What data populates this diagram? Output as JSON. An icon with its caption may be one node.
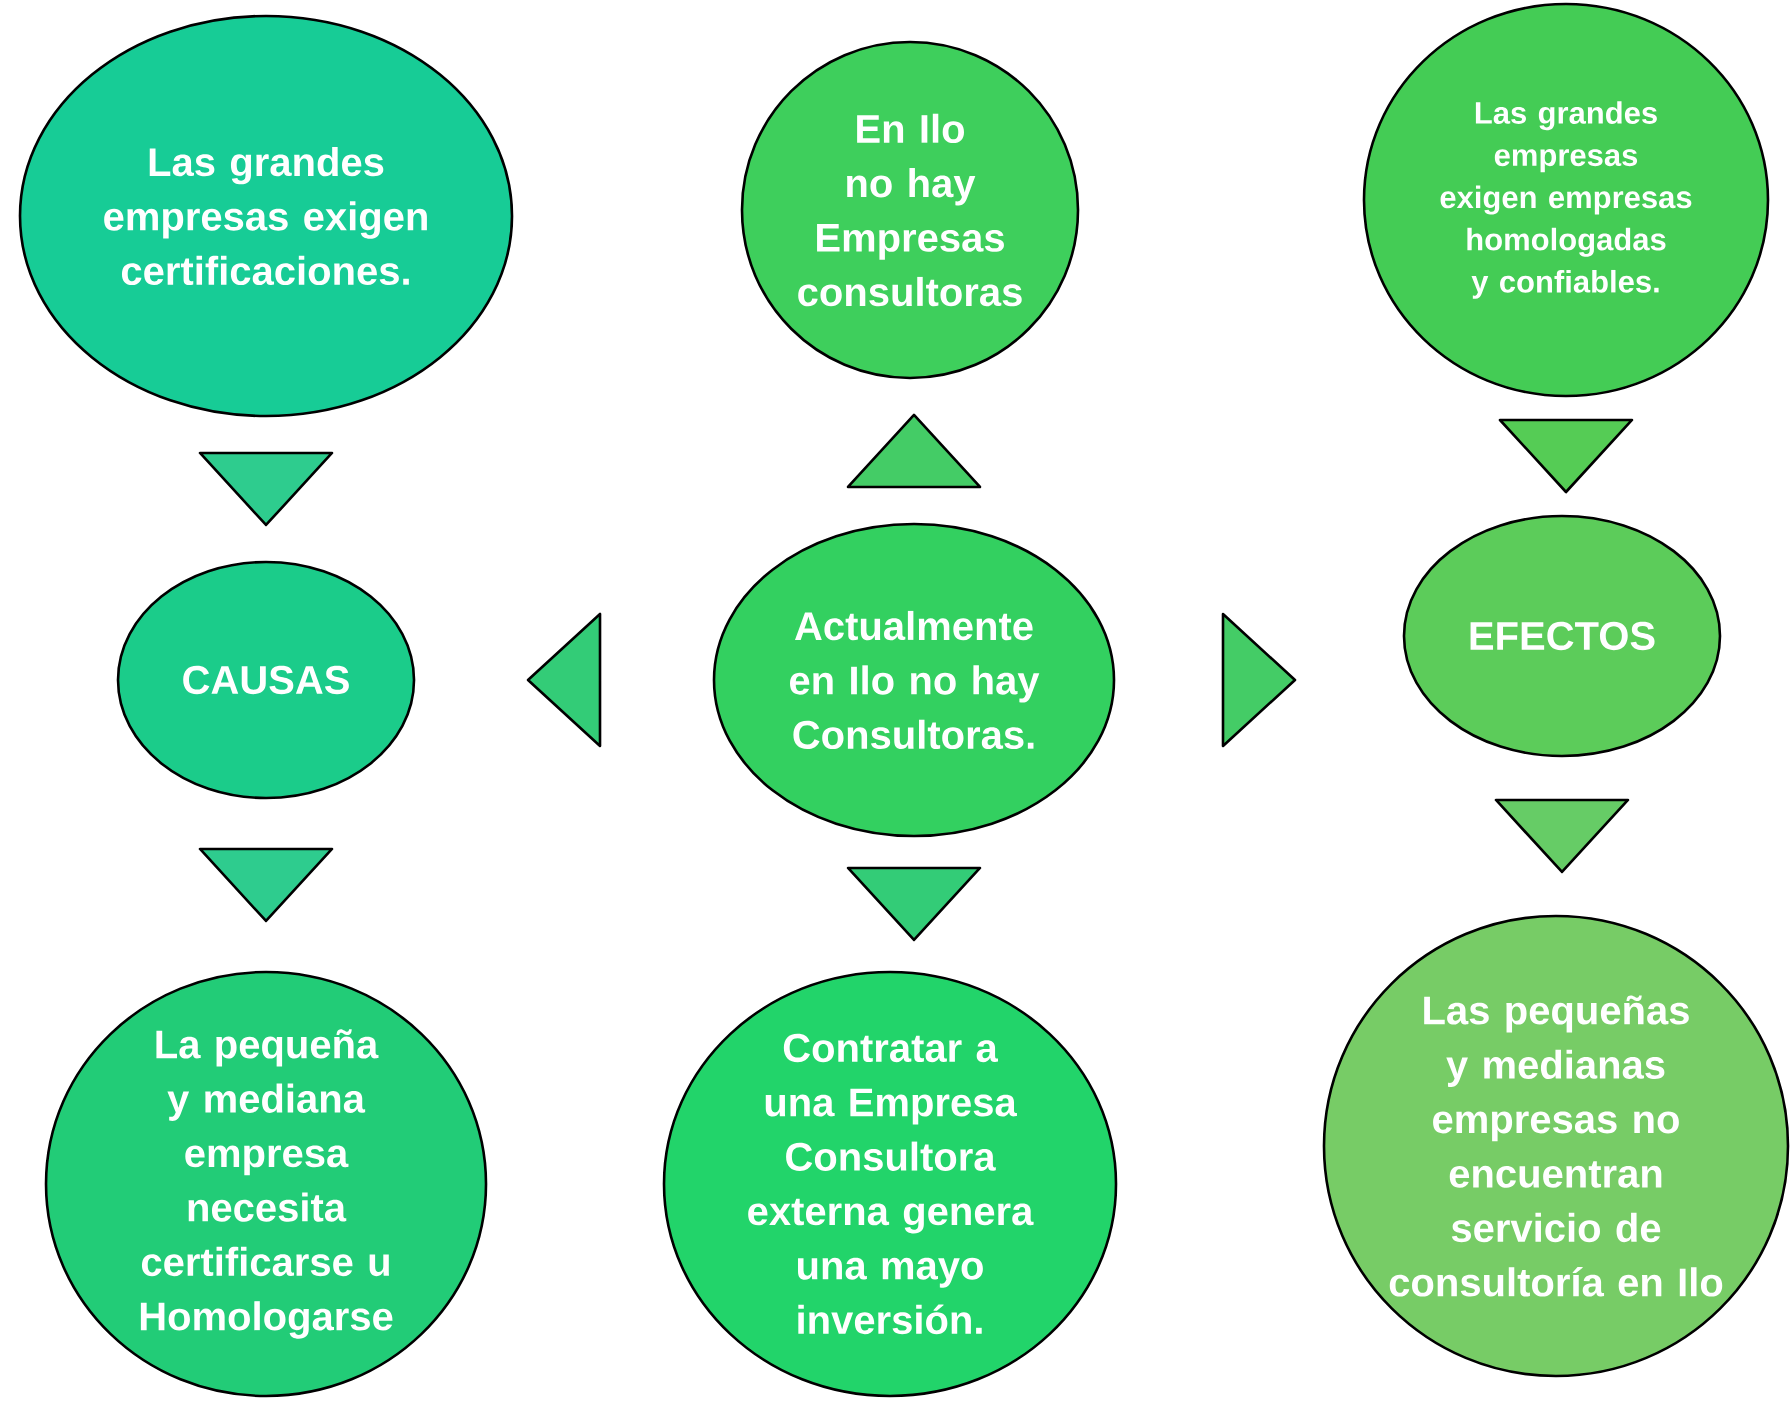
{
  "diagram": {
    "nodes": [
      {
        "text": [
          "Las grandes empresas exigen certificaciones."
        ]
      },
      {
        "text": [
          "CAUSAS"
        ]
      },
      {
        "text": [
          "La pequeña y mediana empresa necesita certificarse u Homologarse"
        ]
      },
      {
        "text": [
          "En Ilo no hay Empresas consultoras"
        ]
      },
      {
        "text": [
          "Actualmente en Ilo no hay Consultoras."
        ]
      },
      {
        "text": [
          "Contratar a una Empresa Consultora externa genera una mayo inversión."
        ]
      },
      {
        "text": [
          "Las grandes empresas exigen empresas homologadas y confiables."
        ]
      },
      {
        "text": [
          "EFECTOS"
        ]
      },
      {
        "text": [
          "Las pequeñas y medianas empresas no encuentran servicio de consultoría en Ilo"
        ]
      }
    ],
    "edges": [
      {
        "from": 0,
        "to": 1,
        "arrow": "to"
      },
      {
        "from": 1,
        "to": 2,
        "arrow": "to"
      },
      {
        "from": 4,
        "to": 3,
        "arrow": "to"
      },
      {
        "from": 4,
        "to": 1,
        "arrow": "to"
      },
      {
        "from": 4,
        "to": 7,
        "arrow": "to"
      },
      {
        "from": 4,
        "to": 5,
        "arrow": "to"
      },
      {
        "from": 6,
        "to": 7,
        "arrow": "to"
      },
      {
        "from": 7,
        "to": 8,
        "arrow": "to"
      }
    ]
  }
}
